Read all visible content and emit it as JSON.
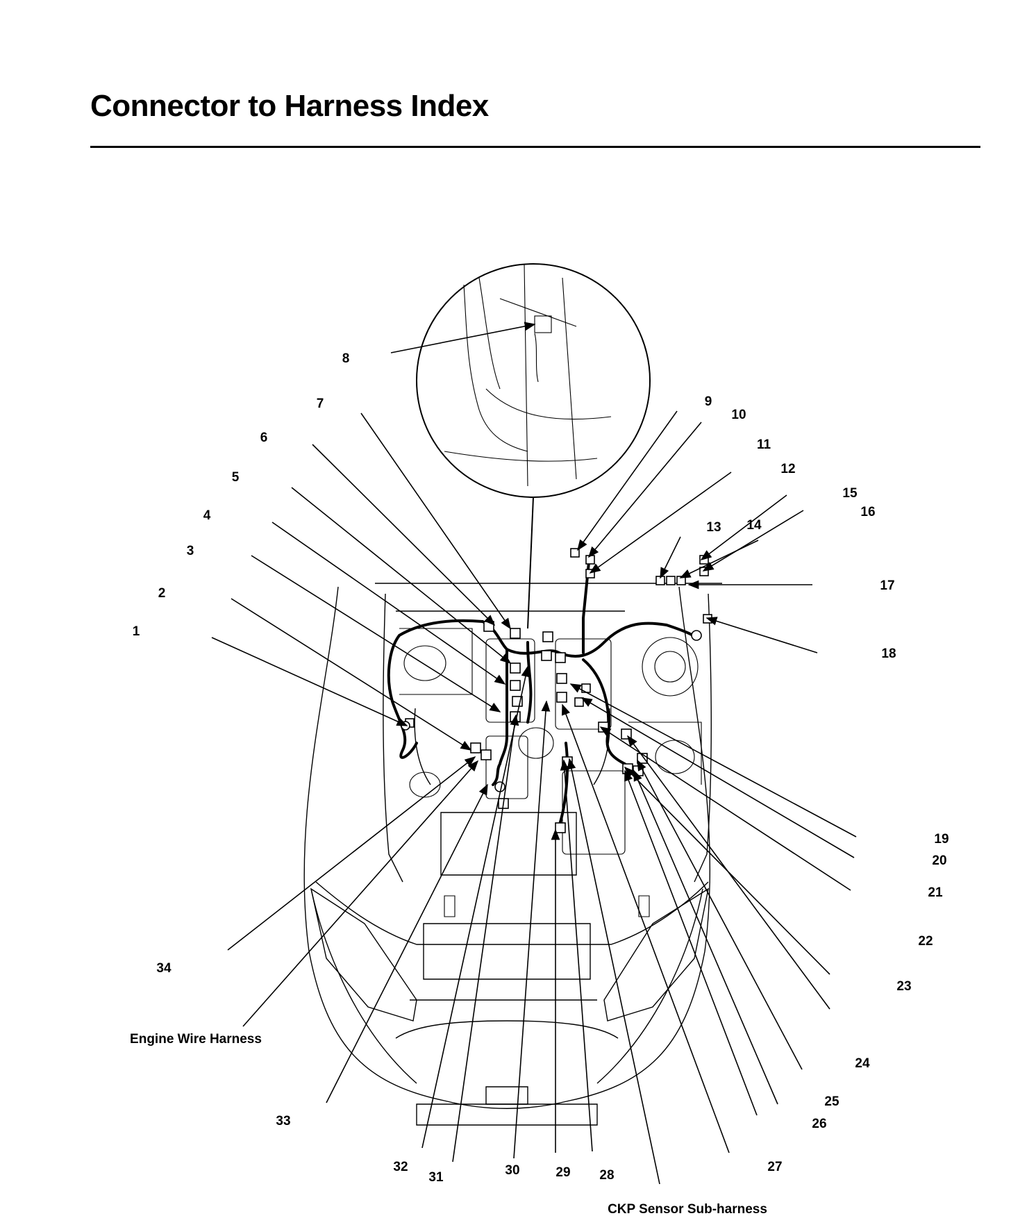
{
  "title": "Connector to Harness Index",
  "callouts": [
    {
      "id": "1",
      "text": "1"
    },
    {
      "id": "2",
      "text": "2"
    },
    {
      "id": "3",
      "text": "3"
    },
    {
      "id": "4",
      "text": "4"
    },
    {
      "id": "5",
      "text": "5"
    },
    {
      "id": "6",
      "text": "6"
    },
    {
      "id": "7",
      "text": "7"
    },
    {
      "id": "8",
      "text": "8"
    },
    {
      "id": "9",
      "text": "9"
    },
    {
      "id": "10",
      "text": "10"
    },
    {
      "id": "11",
      "text": "11"
    },
    {
      "id": "12",
      "text": "12"
    },
    {
      "id": "13",
      "text": "13"
    },
    {
      "id": "14",
      "text": "14"
    },
    {
      "id": "15",
      "text": "15"
    },
    {
      "id": "16",
      "text": "16"
    },
    {
      "id": "17",
      "text": "17"
    },
    {
      "id": "18",
      "text": "18"
    },
    {
      "id": "19",
      "text": "19"
    },
    {
      "id": "20",
      "text": "20"
    },
    {
      "id": "21",
      "text": "21"
    },
    {
      "id": "22",
      "text": "22"
    },
    {
      "id": "23",
      "text": "23"
    },
    {
      "id": "24",
      "text": "24"
    },
    {
      "id": "25",
      "text": "25"
    },
    {
      "id": "26",
      "text": "26"
    },
    {
      "id": "27",
      "text": "27"
    },
    {
      "id": "28",
      "text": "28"
    },
    {
      "id": "29",
      "text": "29"
    },
    {
      "id": "30",
      "text": "30"
    },
    {
      "id": "31",
      "text": "31"
    },
    {
      "id": "32",
      "text": "32"
    },
    {
      "id": "33",
      "text": "33"
    },
    {
      "id": "34",
      "text": "34"
    }
  ],
  "labels": {
    "engine_harness": "Engine Wire Harness",
    "ckp_subharness": "CKP Sensor Sub-harness"
  }
}
